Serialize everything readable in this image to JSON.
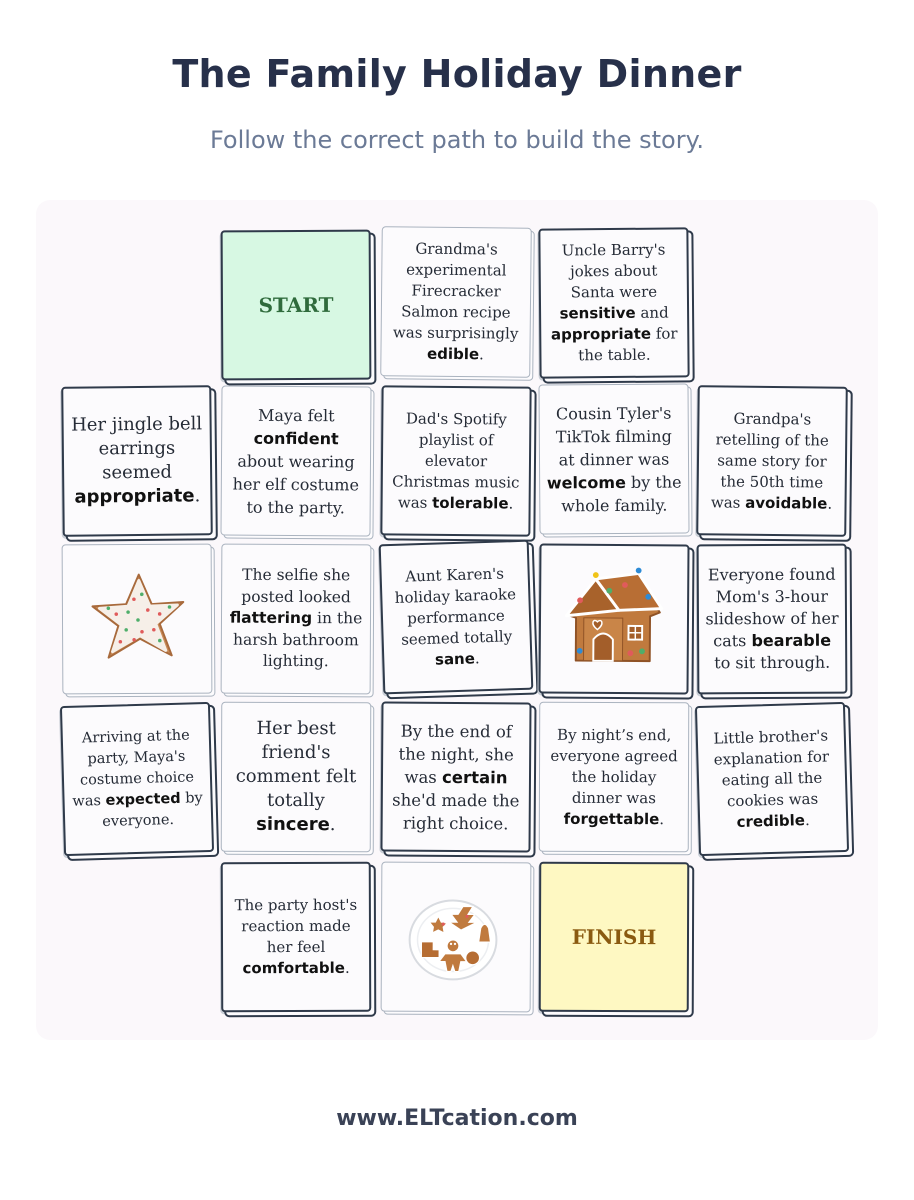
{
  "header": {
    "title": "The Family Holiday Dinner",
    "subtitle": "Follow the correct path to build the story."
  },
  "footer": {
    "url": "www.ELTcation.com"
  },
  "colors": {
    "start": "#d7f8e3",
    "finish": "#fef8c2",
    "frame": "#2f3a4a"
  },
  "tiles": {
    "start": {
      "label": "START"
    },
    "finish": {
      "label": "FINISH"
    },
    "grandma": {
      "pre": "Grandma's experimental Firecracker Salmon recipe was surprisingly ",
      "key": "edible",
      "post": "."
    },
    "barry": {
      "pre": "Uncle Barry's jokes about Santa were ",
      "key": "sensitive",
      "mid": " and ",
      "key2": "appropriate",
      "post": " for the table."
    },
    "earrings": {
      "pre": "Her jingle bell earrings seemed ",
      "key": "appropriate",
      "post": "."
    },
    "maya": {
      "pre": "Maya felt ",
      "key": "confident",
      "post": " about wearing her elf costume to the party."
    },
    "spotify": {
      "pre": "Dad's Spotify playlist of elevator Christmas music was ",
      "key": "tolerable",
      "post": "."
    },
    "tyler": {
      "pre": "Cousin Tyler's TikTok filming at dinner was ",
      "key": "welcome",
      "post": " by the whole family."
    },
    "grandpa": {
      "pre": "Grandpa's retelling of the same story for the 50th time was ",
      "key": "avoidable",
      "post": "."
    },
    "selfie": {
      "pre": "The selfie she posted looked ",
      "key": "flattering",
      "post": " in the harsh bathroom lighting."
    },
    "karen": {
      "pre": "Aunt Karen's holiday karaoke performance seemed totally ",
      "key": "sane",
      "post": "."
    },
    "slideshow": {
      "pre": "Everyone found Mom's 3-hour slideshow of her cats ",
      "key": "bearable",
      "post": " to sit through."
    },
    "arriving": {
      "pre": "Arriving at the party, Maya's costume choice was ",
      "key": "expected",
      "post": " by everyone."
    },
    "friend": {
      "pre": "Her best friend's comment felt totally ",
      "key": "sincere",
      "post": "."
    },
    "night": {
      "pre": "By the end of the night, she was ",
      "key": "certain",
      "post": " she'd made the right choice."
    },
    "nightsend": {
      "pre": "By night’s end, everyone agreed the holiday dinner was ",
      "key": "forgettable",
      "post": "."
    },
    "brother": {
      "pre": "Little brother's explanation for eating all the cookies was ",
      "key": "credible",
      "post": "."
    },
    "host": {
      "pre": "The party host's reaction made her feel ",
      "key": "comfortable",
      "post": "."
    },
    "star_cookie": {
      "icon": "star-cookie-icon"
    },
    "gingerbread_house": {
      "icon": "gingerbread-house-icon"
    },
    "cookie_plate": {
      "icon": "cookie-plate-icon"
    }
  }
}
